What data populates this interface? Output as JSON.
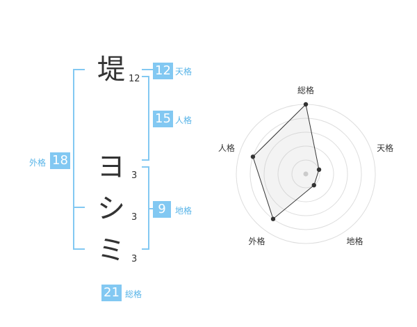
{
  "name_chars": [
    {
      "char": "堤",
      "strokes": "12"
    },
    {
      "char": "ヨ",
      "strokes": "3"
    },
    {
      "char": "シ",
      "strokes": "3"
    },
    {
      "char": "ミ",
      "strokes": "3"
    }
  ],
  "fortune": {
    "tenkaku": {
      "value": "12",
      "label": "天格"
    },
    "jinkaku": {
      "value": "15",
      "label": "人格"
    },
    "chikaku": {
      "value": "9",
      "label": "地格"
    },
    "gaikaku": {
      "value": "18",
      "label": "外格"
    },
    "soukaku": {
      "value": "21",
      "label": "総格"
    }
  },
  "colors": {
    "accent": "#82c8f2",
    "label": "#58b4e8",
    "bracket": "#82c8f2",
    "text": "#333333"
  },
  "chart_data": {
    "type": "radar",
    "categories": [
      "総格",
      "天格",
      "地格",
      "外格",
      "人格"
    ],
    "values": [
      5,
      1,
      1,
      4,
      4
    ],
    "rlim": [
      0,
      5
    ],
    "grid_rings": 5,
    "grid": true
  }
}
